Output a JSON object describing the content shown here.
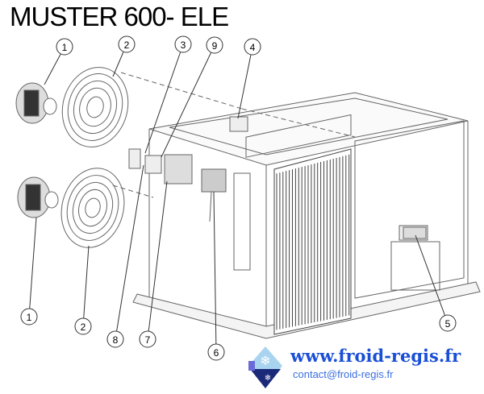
{
  "title": "MUSTER 600- ELE",
  "callouts": {
    "c1a": "1",
    "c2a": "2",
    "c3": "3",
    "c9": "9",
    "c4": "4",
    "c1b": "1",
    "c2b": "2",
    "c8": "8",
    "c7": "7",
    "c6": "6",
    "c5": "5"
  },
  "footer": {
    "website": "www.froid-regis.fr",
    "email": "contact@froid-regis.fr"
  },
  "colors": {
    "link": "#1a4fd6",
    "line": "#555555"
  }
}
